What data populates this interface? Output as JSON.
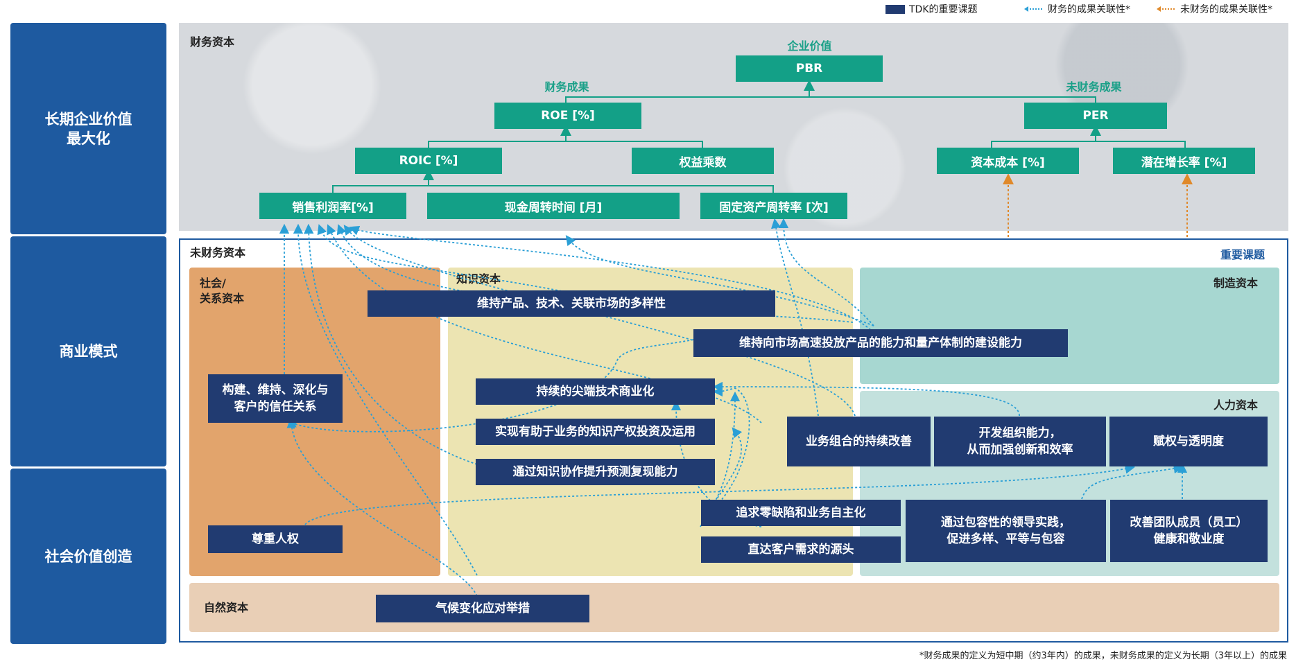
{
  "legend": {
    "key_issue": "TDK的重要课题",
    "financial_link": "财务的成果关联性*",
    "nonfinancial_link": "未财务的成果关联性*"
  },
  "rows": {
    "long_term": "长期企业价值\n最大化",
    "business": "商业模式",
    "social": "社会价值创造"
  },
  "financial": {
    "title": "财务资本",
    "enterprise_value": "企业价值",
    "financial_results": "财务成果",
    "nonfinancial_results": "未财务成果",
    "pbr": "PBR",
    "roe": "ROE [%]",
    "per": "PER",
    "roic": "ROIC [%]",
    "equity_multiplier": "权益乘数",
    "cost_of_capital": "资本成本  [%]",
    "growth_rate": "潜在增长率 [%]",
    "profit_margin": "销售利润率[%]",
    "cash_cycle": "现金周转时间 [月]",
    "asset_turnover": "固定资产周转率 [次]"
  },
  "nonfinancial": {
    "title": "未财务资本",
    "key_issues_label": "重要课题",
    "social_capital": "社会/\n关系资本",
    "knowledge_capital": "知识资本",
    "manufacturing_capital": "制造资本",
    "human_capital": "人力资本",
    "natural_capital": "自然资本"
  },
  "issues": {
    "diversity": "维持产品、技术、关联市场的多样性",
    "speed": "维持向市场高速投放产品的能力和量产体制的建设能力",
    "trust": "构建、维持、深化与\n客户的信任关系",
    "tech": "持续的尖端技术商业化",
    "ip": "实现有助于业务的知识产权投资及运用",
    "collab": "通过知识协作提升预测复现能力",
    "portfolio": "业务组合的持续改善",
    "org": "开发组织能力，\n从而加强创新和效率",
    "empower": "赋权与透明度",
    "zero_defect": "追求零缺陷和业务自主化",
    "customer": "直达客户需求的源头",
    "inclusive": "通过包容性的领导实践，\n促进多样、平等与包容",
    "wellbeing": "改善团队成员（员工）\n健康和敬业度",
    "human_rights": "尊重人权",
    "climate": "气候变化应对举措"
  },
  "footnote": "*财务成果的定义为短中期（约3年内）的成果，未财务成果的定义为长期（3年以上）的成果",
  "colors": {
    "primary_blue": "#1e5aa0",
    "teal": "#13a087",
    "navy": "#213b71",
    "orange_link": "#e0892a",
    "blue_link": "#2a9fd6"
  }
}
